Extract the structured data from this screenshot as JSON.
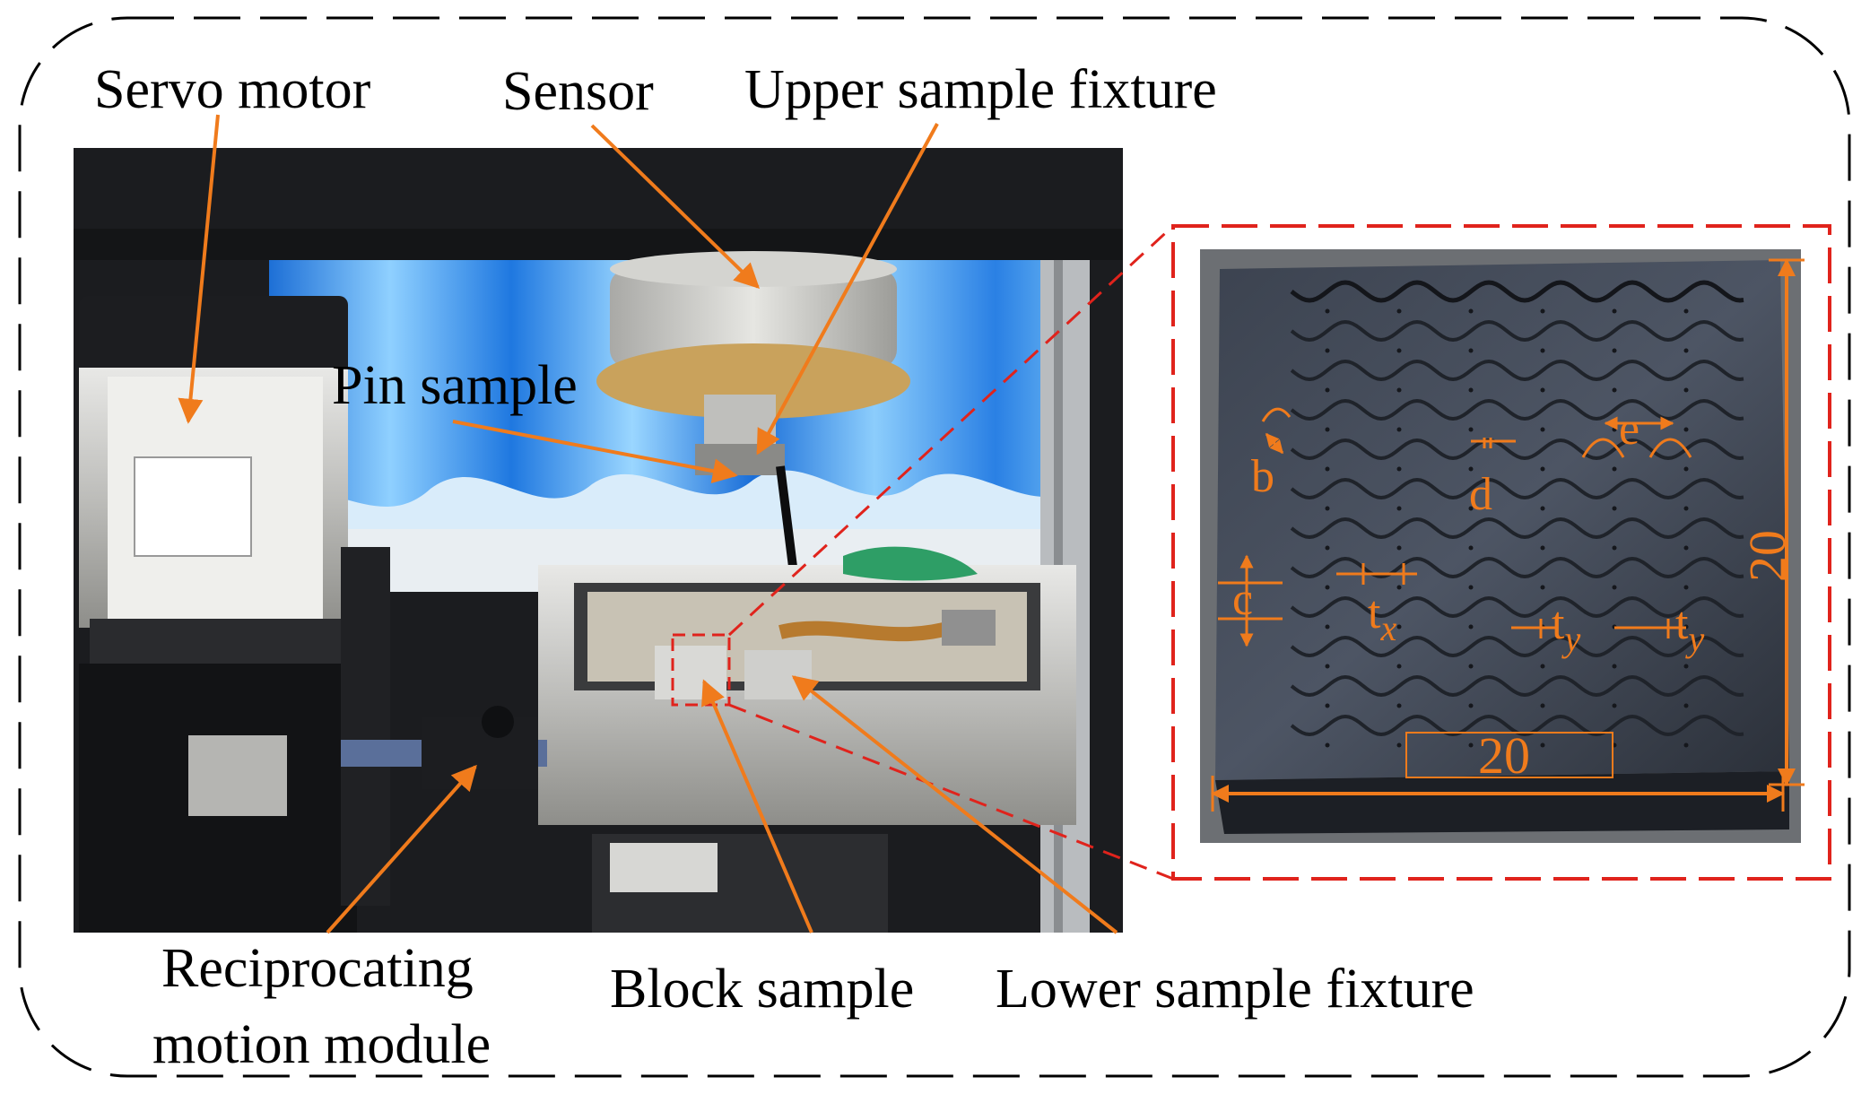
{
  "colors": {
    "arrow": "#f07b1c",
    "zoom_frame": "#e0231c",
    "outer_frame": "#000000",
    "label_text": "#000000"
  },
  "labels": {
    "servo_motor": "Servo motor",
    "sensor": "Sensor",
    "upper_fixture": "Upper sample fixture",
    "pin_sample": "Pin sample",
    "reciprocating_line1": "Reciprocating",
    "reciprocating_line2": "motion module",
    "block_sample": "Block sample",
    "lower_fixture": "Lower sample fixture"
  },
  "dimensions": {
    "b": "b",
    "c": "c",
    "d": "d",
    "e": "e",
    "t": "t",
    "sub_x": "x",
    "sub_y": "y",
    "width": "20",
    "height": "20"
  },
  "icons": [
    "orange-arrow",
    "dimension-arrow"
  ]
}
